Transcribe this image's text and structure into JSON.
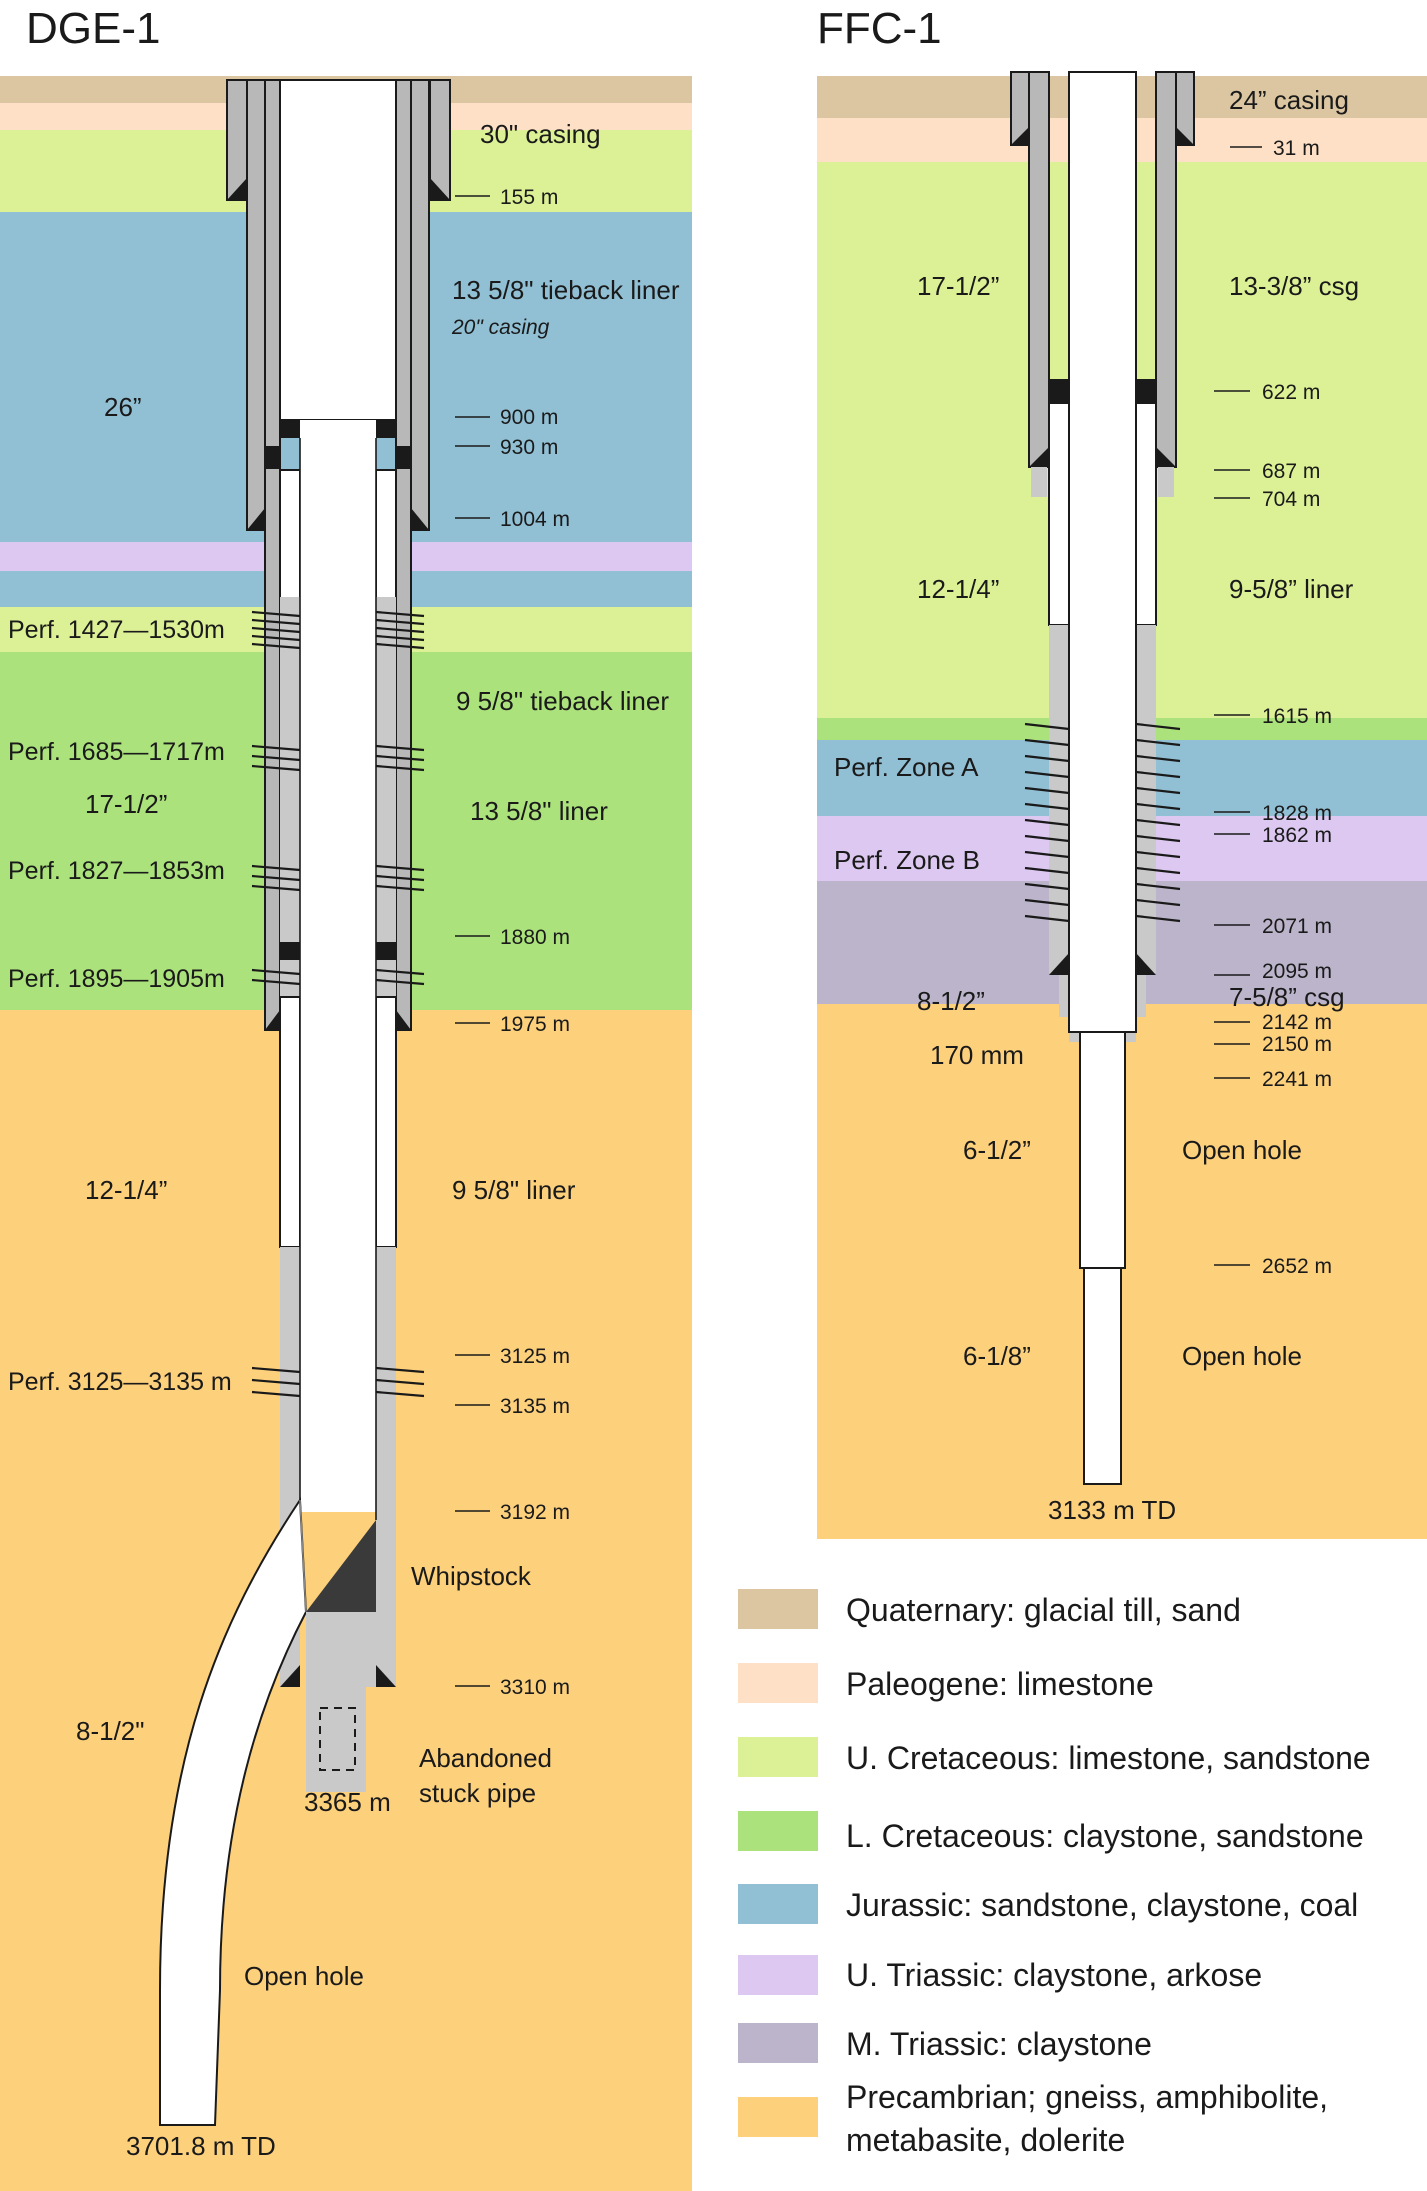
{
  "titles": {
    "dge": "DGE-1",
    "ffc": "FFC-1"
  },
  "legend": [
    {
      "label": "Quaternary: glacial till, sand",
      "color": "#dcc6a1"
    },
    {
      "label": "Paleogene: limestone",
      "color": "#fde0c5"
    },
    {
      "label": "U. Cretaceous: limestone, sandstone",
      "color": "#dcf096"
    },
    {
      "label": "L. Cretaceous: claystone, sandstone",
      "color": "#abe27c"
    },
    {
      "label": "Jurassic: sandstone, claystone, coal",
      "color": "#91bfd4"
    },
    {
      "label": "U. Triassic: claystone, arkose",
      "color": "#dcc8f0"
    },
    {
      "label": "M. Triassic: claystone",
      "color": "#bcb4cb"
    },
    {
      "label": "Precambrian; gneiss, amphibolite,",
      "label2": "metabasite, dolerite",
      "color": "#fdd07c"
    }
  ],
  "dge": {
    "casing_30": "30\" casing",
    "tieback_13": "13 5/8\" tieback liner",
    "casing_20": "20\" casing",
    "hole_26": "26”",
    "tieback_9": "9 5/8\" tieback liner",
    "hole_17": "17-1/2”",
    "liner_13": "13 5/8\" liner",
    "hole_12": "12-1/4”",
    "liner_9": "9 5/8\" liner",
    "whipstock": "Whipstock",
    "hole_8": "8-1/2\"",
    "abandoned_1": "Abandoned",
    "abandoned_2": "stuck pipe",
    "stuck_depth": "3365 m",
    "open_hole": "Open hole",
    "td": "3701.8 m TD",
    "perfs": [
      "Perf. 1427—1530m",
      "Perf. 1685—1717m",
      "Perf. 1827—1853m",
      "Perf. 1895—1905m",
      "Perf. 3125—3135 m"
    ],
    "depths": [
      "155 m",
      "900 m",
      "930 m",
      "1004 m",
      "1880 m",
      "1975 m",
      "3125 m",
      "3135 m",
      "3192 m",
      "3310 m"
    ]
  },
  "ffc": {
    "casing_24": "24” casing",
    "hole_17": "17-1/2”",
    "csg_13": "13-3/8” csg",
    "hole_12": "12-1/4”",
    "liner_9": "9-5/8” liner",
    "perf_a": "Perf. Zone A",
    "perf_b": "Perf. Zone B",
    "hole_8": "8-1/2”",
    "csg_7": "7-5/8” csg",
    "mm_170": "170 mm",
    "hole_6_5": "6-1/2”",
    "open_1": "Open hole",
    "hole_6_1": "6-1/8”",
    "open_2": "Open hole",
    "td": "3133 m TD",
    "depths": [
      "31 m",
      "622 m",
      "687 m",
      "704 m",
      "1615 m",
      "1828 m",
      "1862 m",
      "2071 m",
      "2095 m",
      "2142 m",
      "2150 m",
      "2241 m",
      "2652 m"
    ]
  }
}
